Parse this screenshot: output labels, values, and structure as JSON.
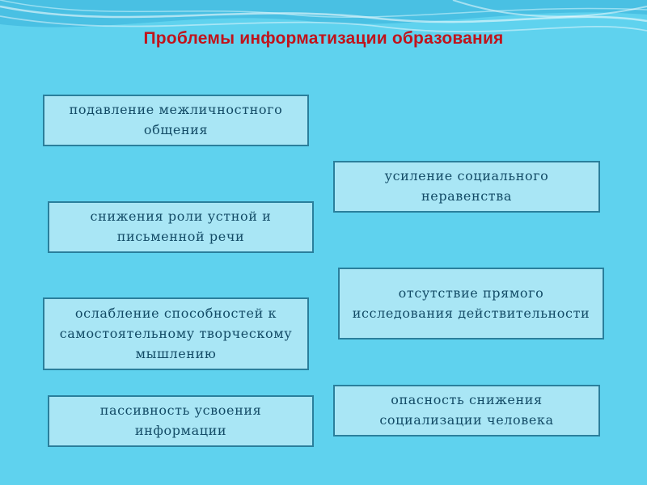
{
  "title": "Проблемы информатизации образования",
  "problems": [
    {
      "text": "подавление межличностного общения"
    },
    {
      "text": "усиление социального неравенства"
    },
    {
      "text": "снижения роли устной и письменной речи"
    },
    {
      "text": "отсутствие прямого исследования действительности"
    },
    {
      "text": "ослабление способностей к самостоятельному творческому мышлению"
    },
    {
      "text": "пассивность усвоения информации"
    },
    {
      "text": "опасность снижения социализации человека"
    }
  ],
  "colors": {
    "background": "#5fd2ee",
    "title": "#c0141c",
    "box_fill": "#a9e6f5",
    "box_border": "#2a7f9c",
    "box_text": "#134b66"
  }
}
